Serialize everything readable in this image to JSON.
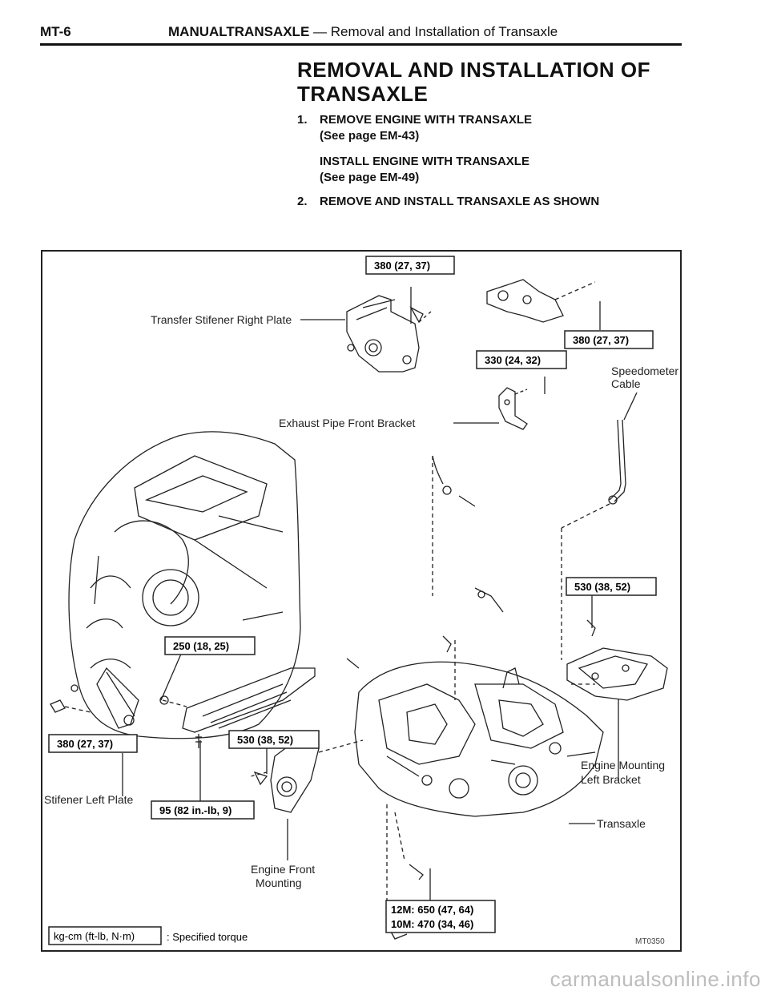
{
  "header": {
    "page_number": "MT-6",
    "section_bold": "MANUALTRANSAXLE",
    "section_rest": " — Removal and Installation of Transaxle"
  },
  "title": {
    "line1": "REMOVAL AND INSTALLATION OF",
    "line2": "TRANSAXLE"
  },
  "steps": [
    {
      "num": "1.",
      "text": "REMOVE ENGINE WITH TRANSAXLE",
      "sub": "(See page EM-43)"
    },
    {
      "num": "",
      "text": "INSTALL ENGINE WITH TRANSAXLE",
      "sub": "(See page EM-49)"
    },
    {
      "num": "2.",
      "text": "REMOVE AND INSTALL TRANSAXLE AS SHOWN",
      "sub": ""
    }
  ],
  "figure": {
    "torque_boxes": {
      "t1": "380 (27, 37)",
      "t2": "380 (27, 37)",
      "t3": "330 (24, 32)",
      "t4": "530 (38, 52)",
      "t5": "250 (18, 25)",
      "t6": "380 (27, 37)",
      "t7": "530 (38, 52)",
      "t8": "95 (82 in.-lb, 9)",
      "t9a": "12M: 650 (47, 64)",
      "t9b": "10M: 470 (34, 46)"
    },
    "labels": {
      "transfer_stifener": "Transfer Stifener Right Plate",
      "speedometer_1": "Speedometer",
      "speedometer_2": "Cable",
      "exhaust_bracket": "Exhaust Pipe Front Bracket",
      "engine_mounting_1": "Engine Mounting",
      "engine_mounting_2": "Left Bracket",
      "transaxle": "Transaxle",
      "stifener_left": "Stifener Left Plate",
      "engine_front_1": "Engine Front",
      "engine_front_2": "Mounting"
    },
    "legend_box": "kg-cm (ft-lb, N·m)",
    "legend_text": ": Specified torque",
    "figure_code": "MT0350"
  },
  "watermark": "carmanualsonline.info"
}
